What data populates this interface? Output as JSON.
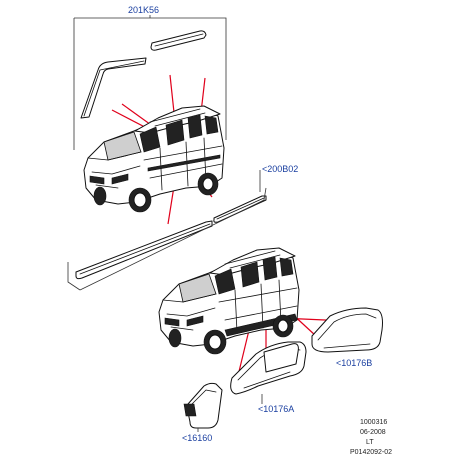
{
  "callouts": {
    "part_201k56": "201K56",
    "part_200b02": "<200B02",
    "part_10176b": "<10176B",
    "part_10176a": "<10176A",
    "part_16160": "<16160"
  },
  "footer": {
    "ref_number": "1000316",
    "date": "06-2008",
    "model_code": "LT",
    "illustration_id": "P0142092-02"
  },
  "colors": {
    "callout_text": "#1a3fa0",
    "leader_lines": "#e0001b",
    "outline": "#111111"
  }
}
